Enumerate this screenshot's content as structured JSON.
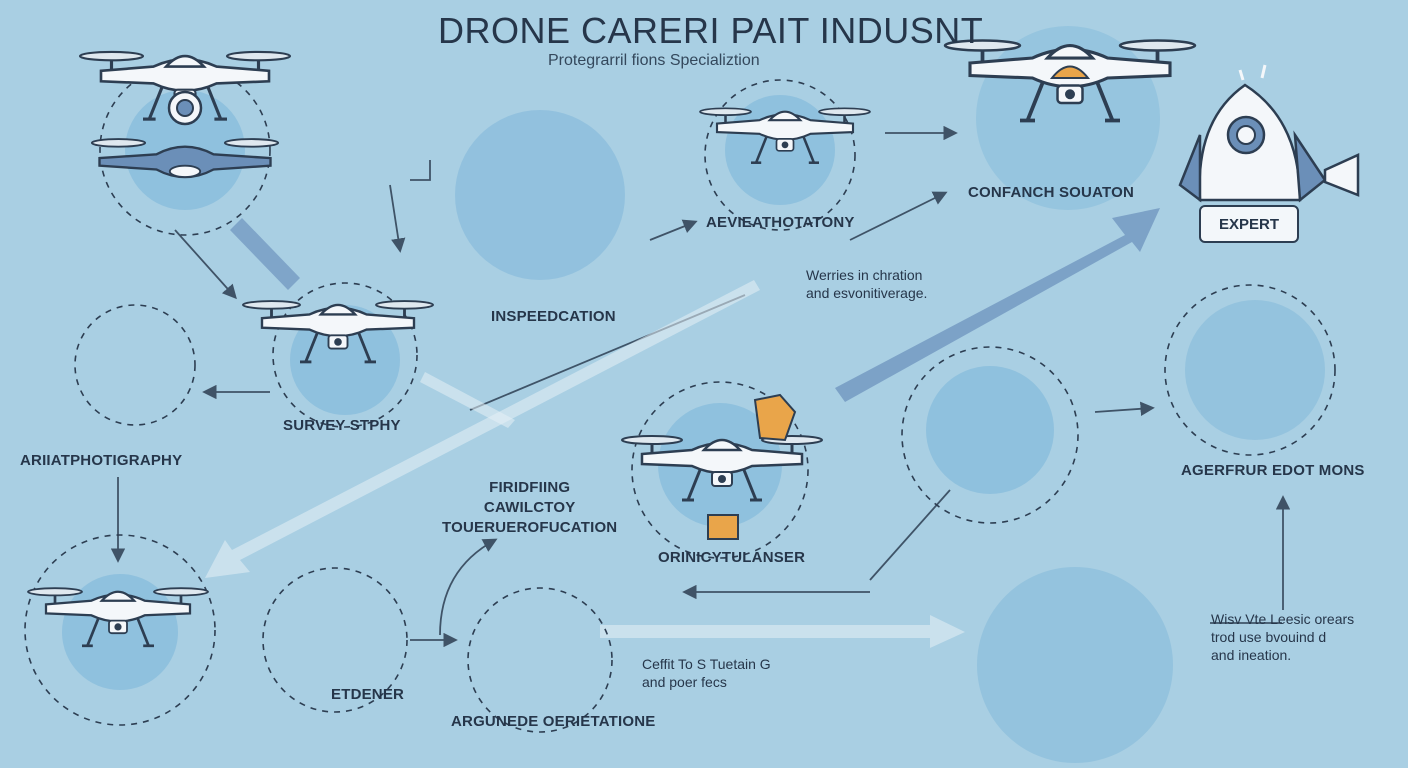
{
  "title": "DRONE CARERI PAIT INDUSNT",
  "subtitle": "Protegrarril fions Specializtion",
  "labels": {
    "aerial_photography": "ARIIATPHOTIGRAPHY",
    "survey": "SURVEY STPHY",
    "inspection": "INSPEEDCATION",
    "aviation": "AEVIEATHOTATONY",
    "consultation": "CONFANCH SOUATON",
    "expert": "EXPERT",
    "firefighting": "FIRIDFIING\nCAWILCTOY\nTOUERUEROFUCATION",
    "orinicy": "ORINICYTULANSER",
    "engineer": "ETDENER",
    "arguende": "ARGUNEDE OERIETATIONE",
    "agerfruer": "AGERFRUR EDOT MONS"
  },
  "notes": {
    "works": "Werries in chration\nand esvonitiverage.",
    "certification": "Ceffit To S Tuetain G\nand poer fecs",
    "wisv": "Wisv Vte Leesic orears\ntrod use bvouind d\nand ineation."
  },
  "colors": {
    "background": "#a9cfe3",
    "line": "#2d3e52",
    "accent_orange": "#e9a54a",
    "accent_blue": "#6b8fb8",
    "circle_fill": "#7fb7da",
    "drone_body": "#f4f7fa",
    "arrow_fill": "#6d93bd"
  },
  "icons": [
    "drone-icon",
    "camera-icon",
    "gear-icon",
    "lightbulb-icon",
    "lock-icon",
    "map-pin-icon",
    "person-icon",
    "monitor-icon",
    "rocket-icon",
    "megaphone-icon",
    "mountain-icon",
    "scanner-icon"
  ]
}
